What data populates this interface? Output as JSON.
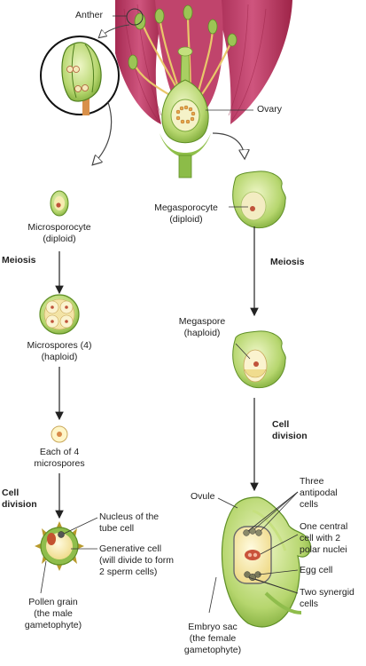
{
  "labels": {
    "anther": "Anther",
    "ovary": "Ovary",
    "microsporocyte": "Microsporocyte\n(diploid)",
    "megasporocyte": "Megasporocyte\n(diploid)",
    "meiosis_left": "Meiosis",
    "meiosis_right": "Meiosis",
    "microspores": "Microspores (4)\n(haploid)",
    "megaspore": "Megaspore\n(haploid)",
    "each_microspore": "Each of 4\nmicrospores",
    "cell_division_left": "Cell\ndivision",
    "cell_division_right": "Cell\ndivision",
    "tube_nucleus": "Nucleus of the\ntube cell",
    "generative_cell": "Generative cell\n(will divide to form\n2 sperm cells)",
    "pollen_grain": "Pollen grain\n(the male\ngametophyte)",
    "ovule": "Ovule",
    "antipodal": "Three\nantipodal\ncells",
    "central_cell": "One central\ncell with 2\npolar nuclei",
    "egg_cell": "Egg cell",
    "synergid": "Two synergid\ncells",
    "embryo_sac": "Embryo sac\n(the female\ngametophyte)"
  },
  "colors": {
    "petal": "#b8345e",
    "petal_light": "#d9638a",
    "stem": "#7fb541",
    "cell_green": "#a9cf62",
    "cell_light": "#e8f2b8",
    "yellow": "#f6ecb0",
    "nucleus": "#c0533b",
    "arrow": "#222222"
  }
}
